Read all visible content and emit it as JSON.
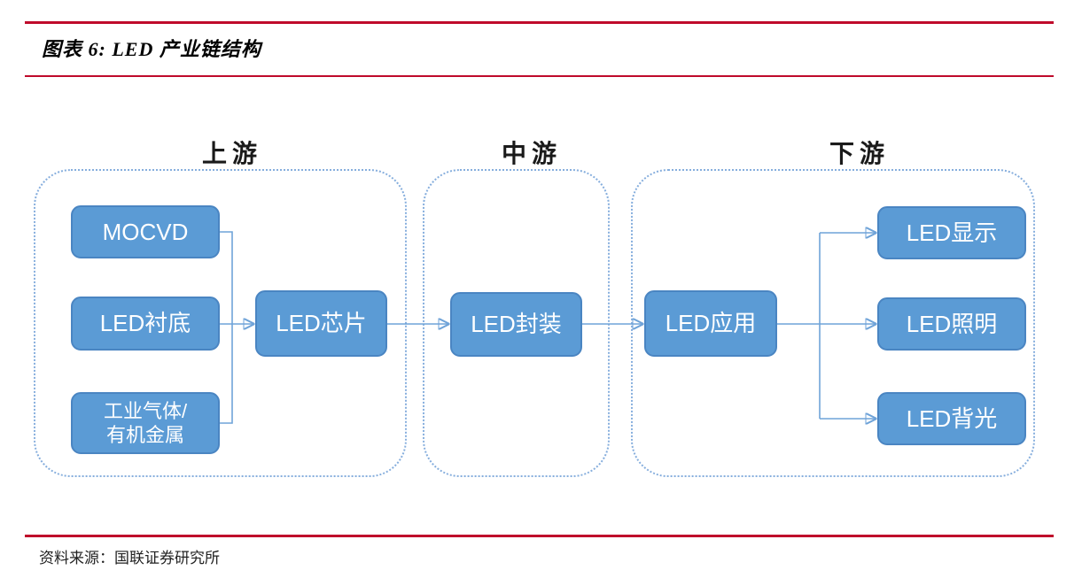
{
  "figure": {
    "title": "图表 6: LED 产业链结构",
    "source": "资料来源：国联证券研究所"
  },
  "colors": {
    "accent_red": "#BF0A2B",
    "node_fill": "#5B9BD5",
    "node_border": "#4A85C2",
    "connector_blue": "#6FA3D8",
    "container_border": "#86AEDD",
    "node_text": "#FFFFFF"
  },
  "diagram": {
    "sections": [
      {
        "id": "upstream",
        "label": "上游"
      },
      {
        "id": "midstream",
        "label": "中游"
      },
      {
        "id": "downstream",
        "label": "下游"
      }
    ],
    "nodes": {
      "mocvd": {
        "label": "MOCVD",
        "section": "upstream"
      },
      "substrate": {
        "label": "LED衬底",
        "section": "upstream"
      },
      "gases": {
        "label": "工业气体/\n有机金属",
        "section": "upstream"
      },
      "chip": {
        "label": "LED芯片",
        "section": "upstream"
      },
      "package": {
        "label": "LED封装",
        "section": "midstream"
      },
      "application": {
        "label": "LED应用",
        "section": "downstream"
      },
      "display": {
        "label": "LED显示",
        "section": "downstream"
      },
      "lighting": {
        "label": "LED照明",
        "section": "downstream"
      },
      "backlight": {
        "label": "LED背光",
        "section": "downstream"
      }
    },
    "flows": [
      "MOCVD → LED芯片",
      "LED衬底 → LED芯片",
      "工业气体/有机金属 → LED芯片",
      "LED芯片 → LED封装",
      "LED封装 → LED应用",
      "LED应用 → LED显示",
      "LED应用 → LED照明",
      "LED应用 → LED背光"
    ]
  }
}
